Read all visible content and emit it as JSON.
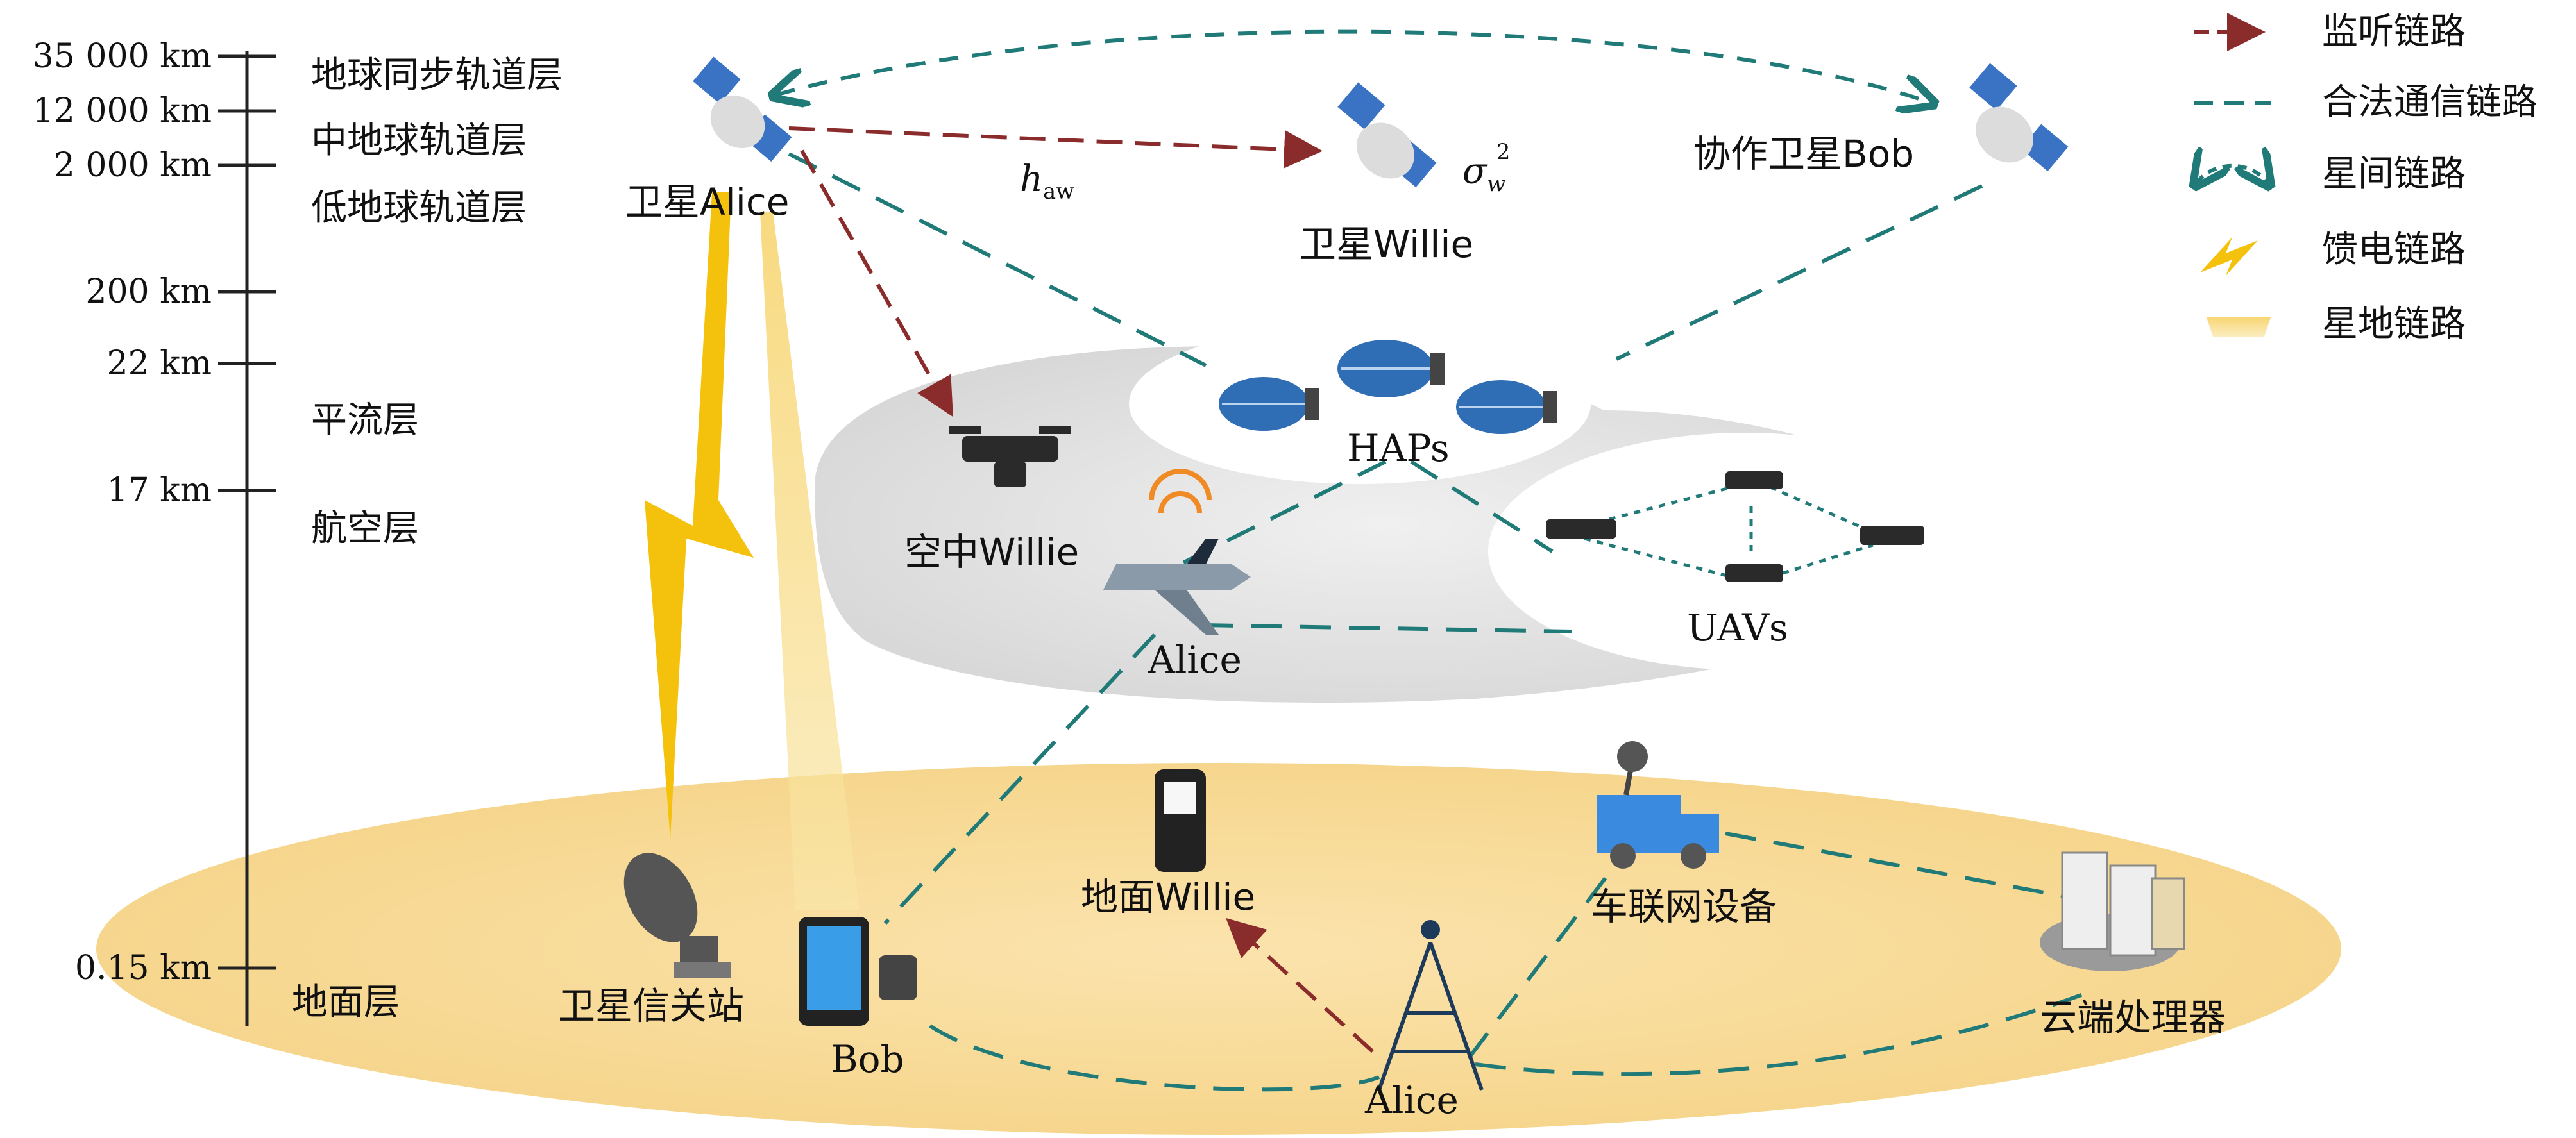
{
  "altitudes": [
    "35 000 km",
    "12 000 km",
    "2 000 km",
    "200 km",
    "22 km",
    "17 km",
    "0.15 km"
  ],
  "layers": {
    "geo": "地球同步轨道层",
    "meo": "中地球轨道层",
    "leo": "低地球轨道层",
    "stratosphere": "平流层",
    "aviation": "航空层",
    "ground": "地面层"
  },
  "nodes": {
    "sat_alice": "卫星Alice",
    "sat_willie": "卫星Willie",
    "sat_bob": "协作卫星Bob",
    "haps": "HAPs",
    "uavs": "UAVs",
    "air_willie": "空中Willie",
    "air_alice": "Alice",
    "ground_willie": "地面Willie",
    "vehicle": "车联网设备",
    "gateway": "卫星信关站",
    "ground_bob": "Bob",
    "ground_alice": "Alice",
    "cloud": "云端处理器"
  },
  "math": {
    "h_base": "h",
    "h_sub": "aw",
    "sigma_base": "σ",
    "sigma_sub": "w",
    "sigma_sup": "2"
  },
  "legend": {
    "eavesdrop": "监听链路",
    "legit": "合法通信链路",
    "intersat": "星间链路",
    "feeder": "馈电链路",
    "satground": "星地链路"
  },
  "colors": {
    "eavesdrop": "#8b2c2c",
    "legit": "#1f7a78",
    "feeder": "#f4c20d",
    "satground": "#f6d77a",
    "ground_ellipse": "#f9dc9a",
    "air_ellipse": "#e3e3e3"
  }
}
